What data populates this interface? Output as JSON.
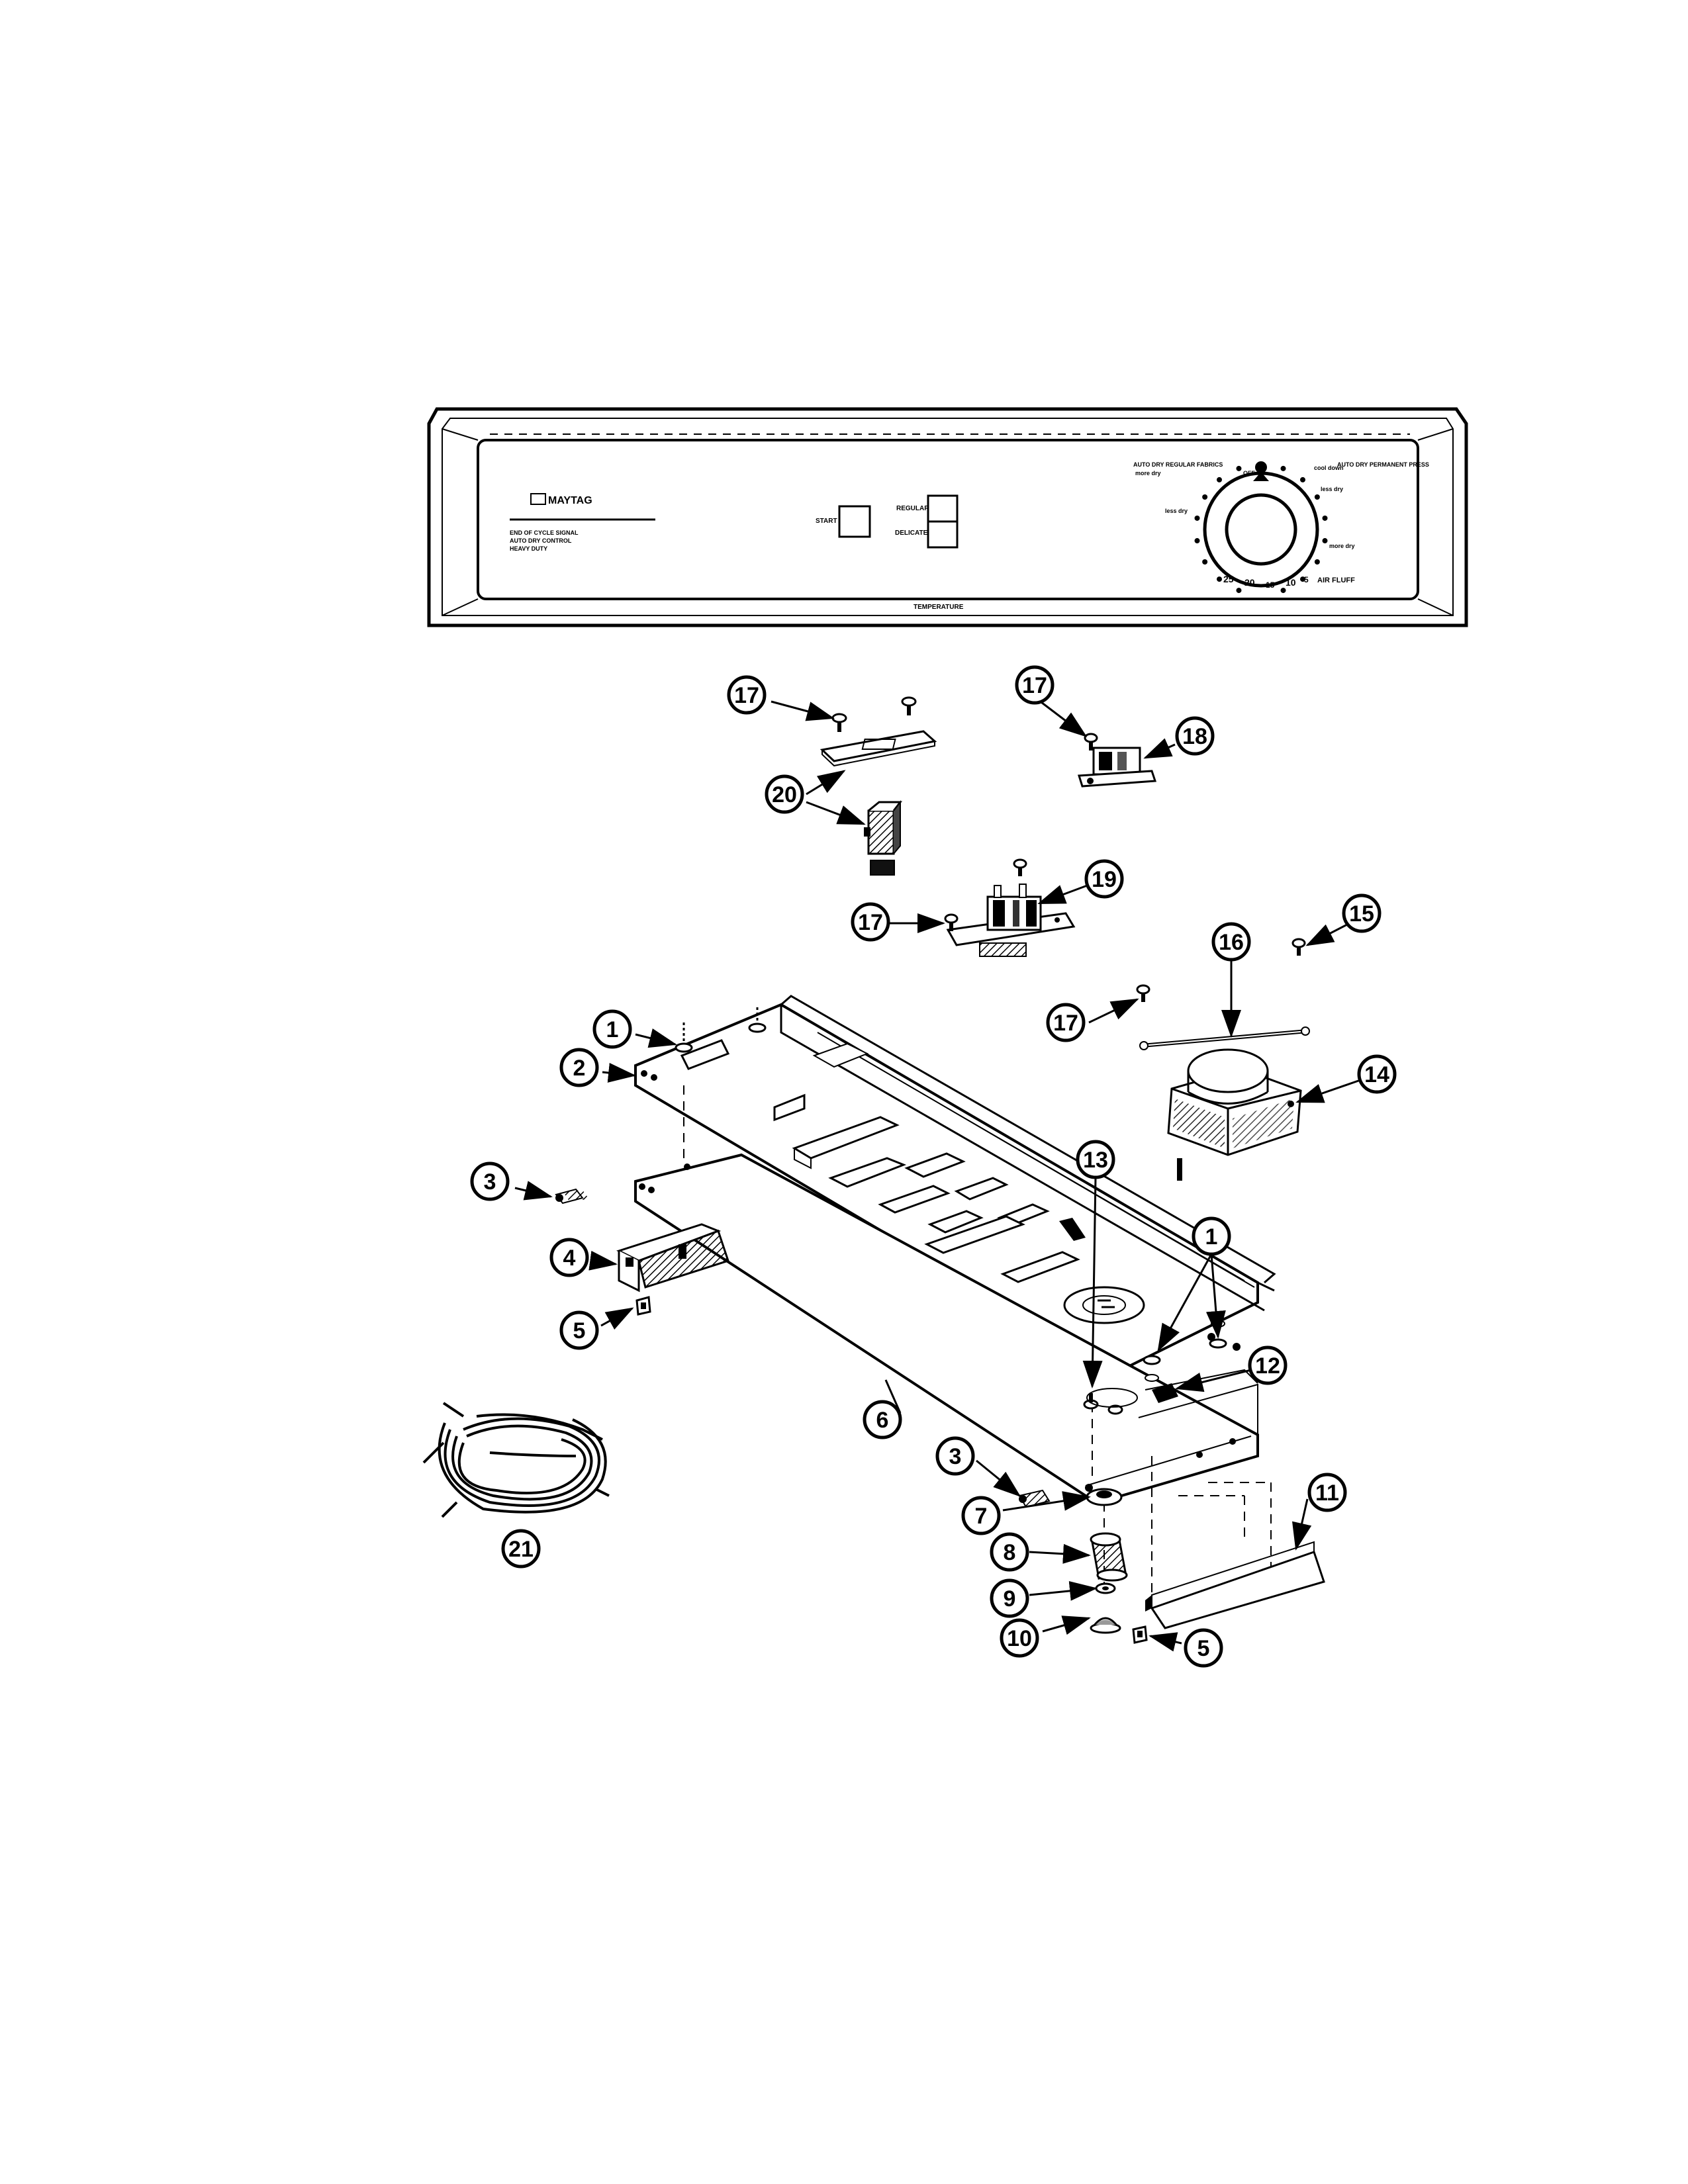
{
  "control_panel": {
    "brand": "MAYTAG",
    "feature_line_1": "END OF CYCLE SIGNAL",
    "feature_line_2": "AUTO DRY CONTROL",
    "feature_line_3": "HEAVY DUTY",
    "start_label": "START",
    "regular_label": "REGULAR",
    "delicate_label": "DELICATE",
    "temperature_label": "TEMPERATURE",
    "dial_left_label": "AUTO DRY REGULAR FABRICS",
    "dial_right_label": "AUTO DRY PERMANENT PRESS",
    "dial_labels": {
      "off": "OFF",
      "more_dry_1": "more dry",
      "less_dry_1": "less dry",
      "cool_down": "cool down",
      "less_dry_2": "less dry",
      "more_dry_2": "more dry",
      "air_fluff": "AIR FLUFF"
    },
    "time_marks": [
      "25",
      "20",
      "15",
      "10",
      "5"
    ]
  },
  "callouts": [
    {
      "id": "c17a",
      "number": "17"
    },
    {
      "id": "c17b",
      "number": "17"
    },
    {
      "id": "c18",
      "number": "18"
    },
    {
      "id": "c20",
      "number": "20"
    },
    {
      "id": "c19",
      "number": "19"
    },
    {
      "id": "c17c",
      "number": "17"
    },
    {
      "id": "c15",
      "number": "15"
    },
    {
      "id": "c16",
      "number": "16"
    },
    {
      "id": "c17d",
      "number": "17"
    },
    {
      "id": "c14",
      "number": "14"
    },
    {
      "id": "c1a",
      "number": "1"
    },
    {
      "id": "c2",
      "number": "2"
    },
    {
      "id": "c13",
      "number": "13"
    },
    {
      "id": "c3a",
      "number": "3"
    },
    {
      "id": "c1b",
      "number": "1"
    },
    {
      "id": "c4",
      "number": "4"
    },
    {
      "id": "c5a",
      "number": "5"
    },
    {
      "id": "c12",
      "number": "12"
    },
    {
      "id": "c6",
      "number": "6"
    },
    {
      "id": "c3b",
      "number": "3"
    },
    {
      "id": "c7",
      "number": "7"
    },
    {
      "id": "c11",
      "number": "11"
    },
    {
      "id": "c8",
      "number": "8"
    },
    {
      "id": "c9",
      "number": "9"
    },
    {
      "id": "c10",
      "number": "10"
    },
    {
      "id": "c5b",
      "number": "5"
    },
    {
      "id": "c21",
      "number": "21"
    }
  ]
}
